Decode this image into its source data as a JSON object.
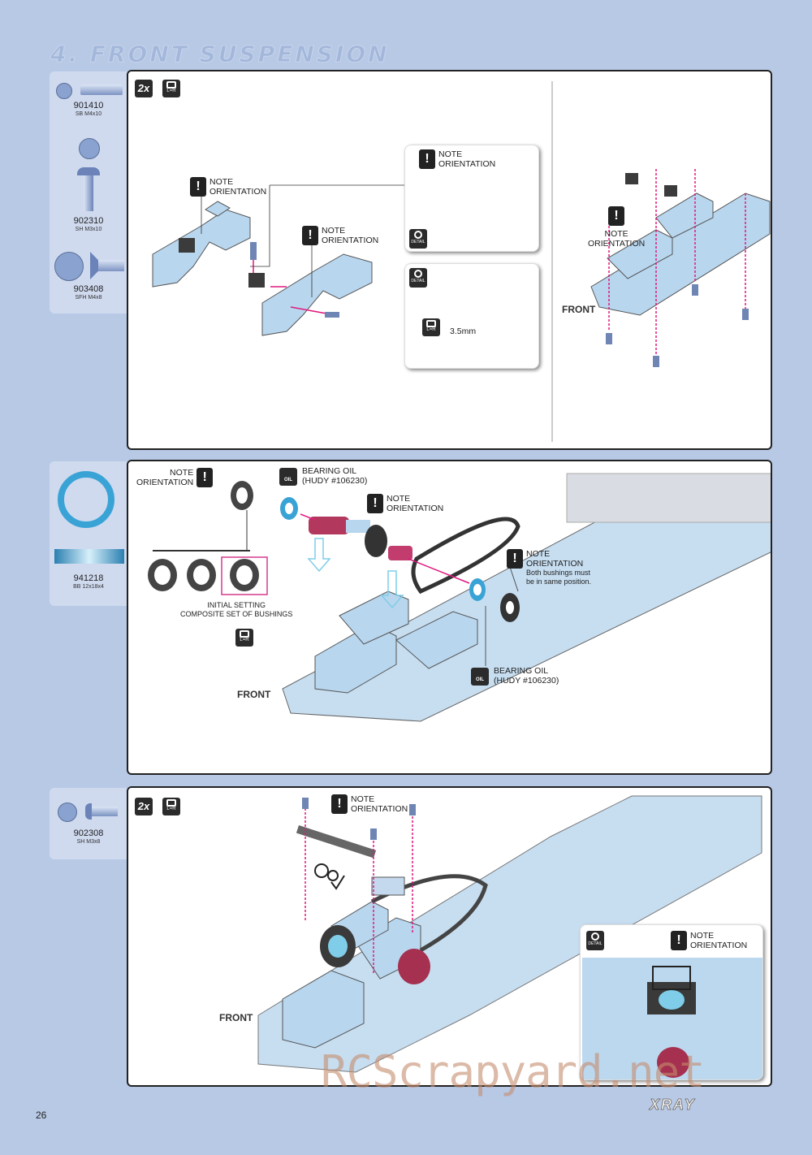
{
  "section_title": "4. FRONT SUSPENSION",
  "page_number": "26",
  "brand": "XRAY",
  "watermark": "RCScrapyard.net",
  "step1": {
    "qty": "2x",
    "lr_label": "L=R",
    "parts": [
      {
        "code": "901410",
        "desc": "SB M4x10"
      },
      {
        "code": "902310",
        "desc": "SH M3x10"
      },
      {
        "code": "903408",
        "desc": "SFH M4x8"
      }
    ],
    "notes": [
      "NOTE\nORIENTATION",
      "NOTE\nORIENTATION",
      "NOTE\nORIENTATION",
      "NOTE\nORIENTATION"
    ],
    "detail_label": "DETAIL",
    "measure": "3.5mm",
    "front": "FRONT"
  },
  "step2": {
    "parts": [
      {
        "code": "941218",
        "desc": "BB 12x18x4"
      }
    ],
    "note_orientation": "NOTE\nORIENTATION",
    "bearing_oil": "BEARING OIL\n(HUDY #106230)",
    "oil_label": "OIL",
    "note2": "NOTE\nORIENTATION",
    "note3": "NOTE\nORIENTATION",
    "note3_extra": "Both bushings must\nbe in same position.",
    "initial_setting": "INITIAL SETTING\nCOMPOSITE SET OF BUSHINGS",
    "bearing_oil2": "BEARING OIL\n(HUDY #106230)",
    "front": "FRONT",
    "lr_label": "L=R"
  },
  "step3": {
    "qty": "2x",
    "lr_label": "L=R",
    "parts": [
      {
        "code": "902308",
        "desc": "SH M3x8"
      }
    ],
    "note1": "NOTE\nORIENTATION",
    "note2": "NOTE\nORIENTATION",
    "detail_label": "DETAIL",
    "front": "FRONT"
  }
}
